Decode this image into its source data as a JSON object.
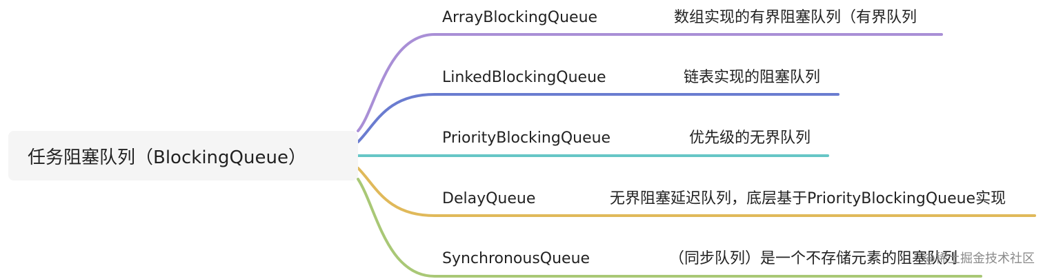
{
  "root": {
    "label": "任务阻塞队列（BlockingQueue）"
  },
  "branches": [
    {
      "name": "ArrayBlockingQueue",
      "desc": "数组实现的有界阻塞队列（有界队列",
      "color": "#a98fd6"
    },
    {
      "name": "LinkedBlockingQueue",
      "desc": "链表实现的阻塞队列",
      "color": "#6a7cd0"
    },
    {
      "name": "PriorityBlockingQueue",
      "desc": "优先级的无界队列",
      "color": "#66c6c6"
    },
    {
      "name": "DelayQueue",
      "desc": "无界阻塞延迟队列，底层基于PriorityBlockingQueue实现",
      "color": "#e0b95a"
    },
    {
      "name": "SynchronousQueue",
      "desc": "（同步队列）是一个不存储元素的阻塞队列",
      "color": "#a9c876"
    }
  ],
  "watermark": "@稀土掘金技术社区"
}
